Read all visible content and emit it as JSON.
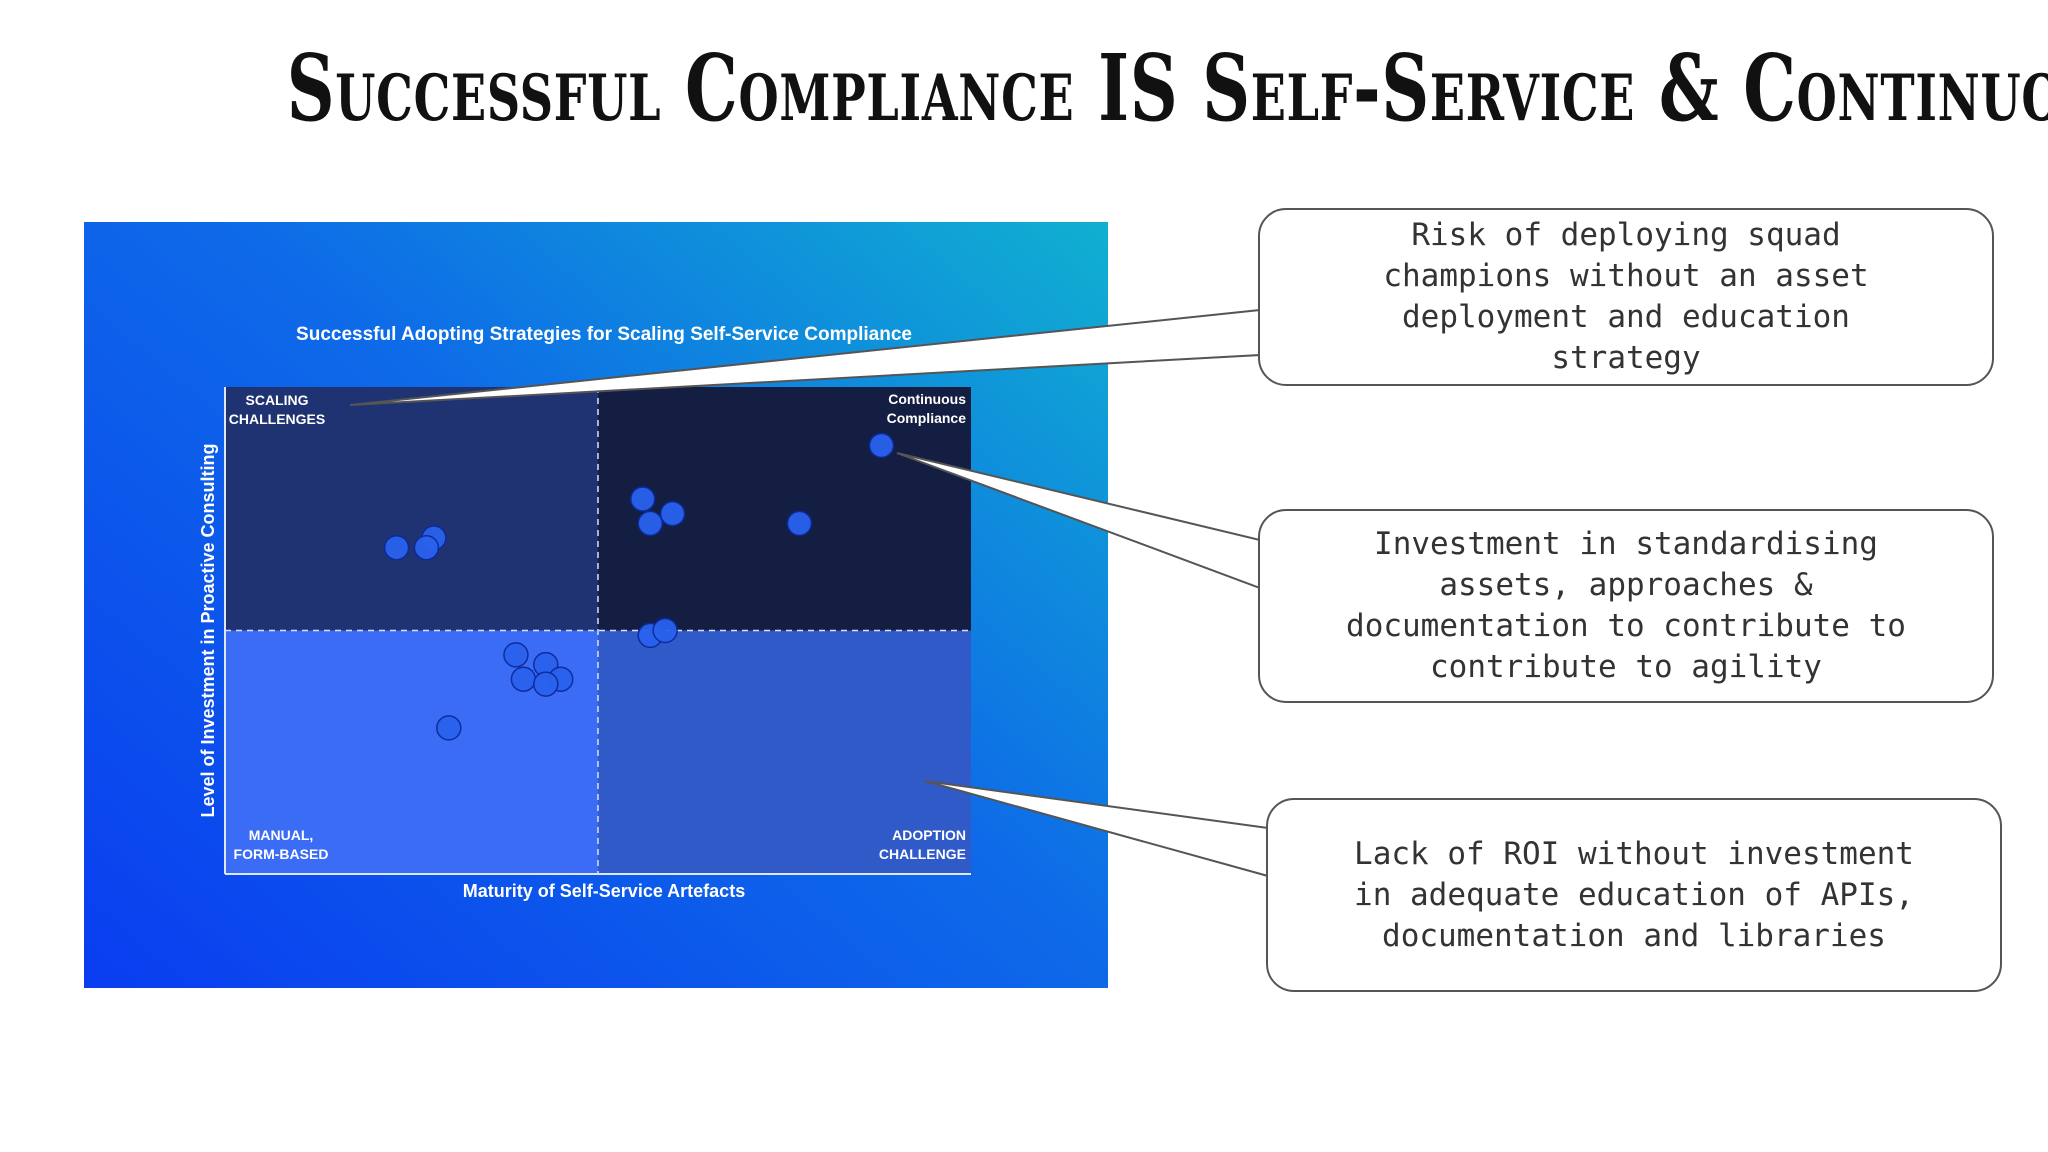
{
  "slide": {
    "title": "Successful Compliance IS Self-Service & Continuous"
  },
  "chart_data": {
    "type": "scatter",
    "title": "Successful Adopting Strategies for Scaling Self-Service Compliance",
    "xlabel": "Maturity of Self-Service Artefacts",
    "ylabel": "Level of Investment in Proactive Consulting",
    "xlim": [
      0,
      100
    ],
    "ylim": [
      0,
      100
    ],
    "grid": false,
    "quadrants": [
      {
        "label_lines": [
          "SCALING",
          "CHALLENGES"
        ],
        "position": "top-left",
        "color": "#1f3272"
      },
      {
        "label_lines": [
          "Continuous",
          "Compliance"
        ],
        "position": "top-right",
        "color": "#141d42"
      },
      {
        "label_lines": [
          "MANUAL,",
          "FORM-BASED"
        ],
        "position": "bottom-left",
        "color": "#3b6cf6"
      },
      {
        "label_lines": [
          "ADOPTION",
          "CHALLENGE"
        ],
        "position": "bottom-right",
        "color": "#2f5ac8"
      }
    ],
    "point_color": "#2a62ee",
    "points": [
      {
        "x": 23,
        "y": 67
      },
      {
        "x": 28,
        "y": 69
      },
      {
        "x": 27,
        "y": 67
      },
      {
        "x": 56,
        "y": 77
      },
      {
        "x": 60,
        "y": 74
      },
      {
        "x": 57,
        "y": 72
      },
      {
        "x": 77,
        "y": 72
      },
      {
        "x": 88,
        "y": 88
      },
      {
        "x": 57,
        "y": 49
      },
      {
        "x": 59,
        "y": 50
      },
      {
        "x": 39,
        "y": 45
      },
      {
        "x": 40,
        "y": 40
      },
      {
        "x": 43,
        "y": 43
      },
      {
        "x": 45,
        "y": 40
      },
      {
        "x": 43,
        "y": 39
      },
      {
        "x": 30,
        "y": 30
      }
    ]
  },
  "callouts": [
    {
      "lines": [
        "Risk of deploying squad",
        "champions without an asset",
        "deployment and education",
        "strategy"
      ]
    },
    {
      "lines": [
        "Investment in standardising",
        "assets, approaches &",
        "documentation to contribute to",
        "contribute to agility"
      ]
    },
    {
      "lines": [
        "Lack of ROI without investment",
        "in adequate education of APIs,",
        "documentation and libraries"
      ]
    }
  ]
}
